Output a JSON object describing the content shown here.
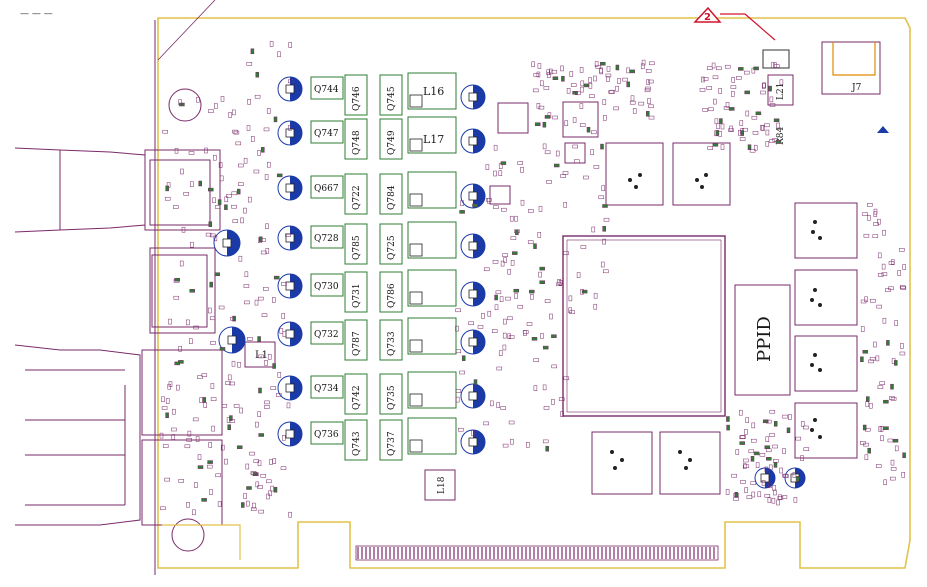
{
  "header_text": "— — —",
  "marker_label": "2",
  "mosfets": {
    "col1": [
      "Q744",
      "Q747",
      "Q667",
      "Q728",
      "Q730",
      "Q732",
      "Q734",
      "Q736"
    ],
    "col2": [
      "Q746",
      "Q748",
      "Q722",
      "Q785",
      "Q731",
      "Q787",
      "Q742",
      "Q743"
    ],
    "col3": [
      "Q745",
      "Q749",
      "Q784",
      "Q725",
      "Q786",
      "Q733",
      "Q735",
      "Q737"
    ]
  },
  "inductors": [
    "L16",
    "L17"
  ],
  "misc_labels": {
    "l1": "L1",
    "l18": "L18",
    "l21": "L21",
    "r84": "R84",
    "j7": "J7",
    "ppid": "PPID"
  },
  "colors": {
    "silkscreen": "#7a2a6a",
    "board_outline": "#e2c24a",
    "component_green": "#2e7d32",
    "capacitor_blue": "#1a3aa8",
    "marker_red": "#d0142c",
    "connector_orange": "#e08a00"
  }
}
